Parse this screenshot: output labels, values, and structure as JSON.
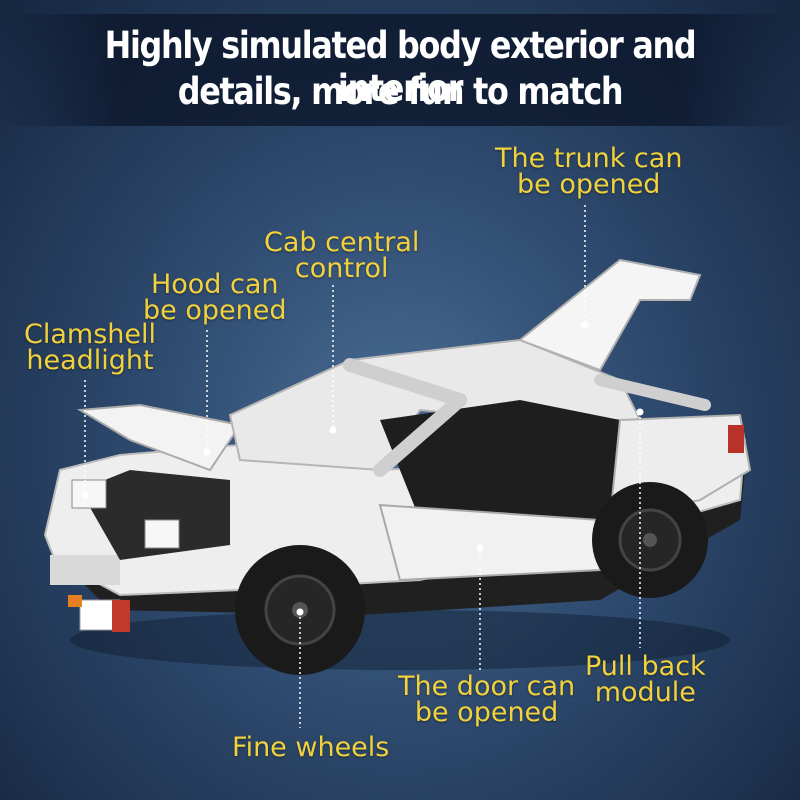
{
  "headline": {
    "line1": "Highly simulated body exterior and interior",
    "line2": "details, more fun to match"
  },
  "callouts": {
    "trunk": {
      "line1": "The trunk can",
      "line2": "be opened"
    },
    "cab": {
      "line1": "Cab central",
      "line2": "control"
    },
    "hood": {
      "line1": "Hood can",
      "line2": "be opened"
    },
    "headlight": {
      "line1": "Clamshell",
      "line2": "headlight"
    },
    "pullback": {
      "line1": "Pull back",
      "line2": "module"
    },
    "door": {
      "line1": "The door can",
      "line2": "be opened"
    },
    "wheels": {
      "line1": "Fine wheels"
    }
  },
  "colors": {
    "accent": "#f2d23c",
    "body": "#f0f0f0",
    "dark": "#1c1c1c",
    "background": "#3a5a80"
  }
}
